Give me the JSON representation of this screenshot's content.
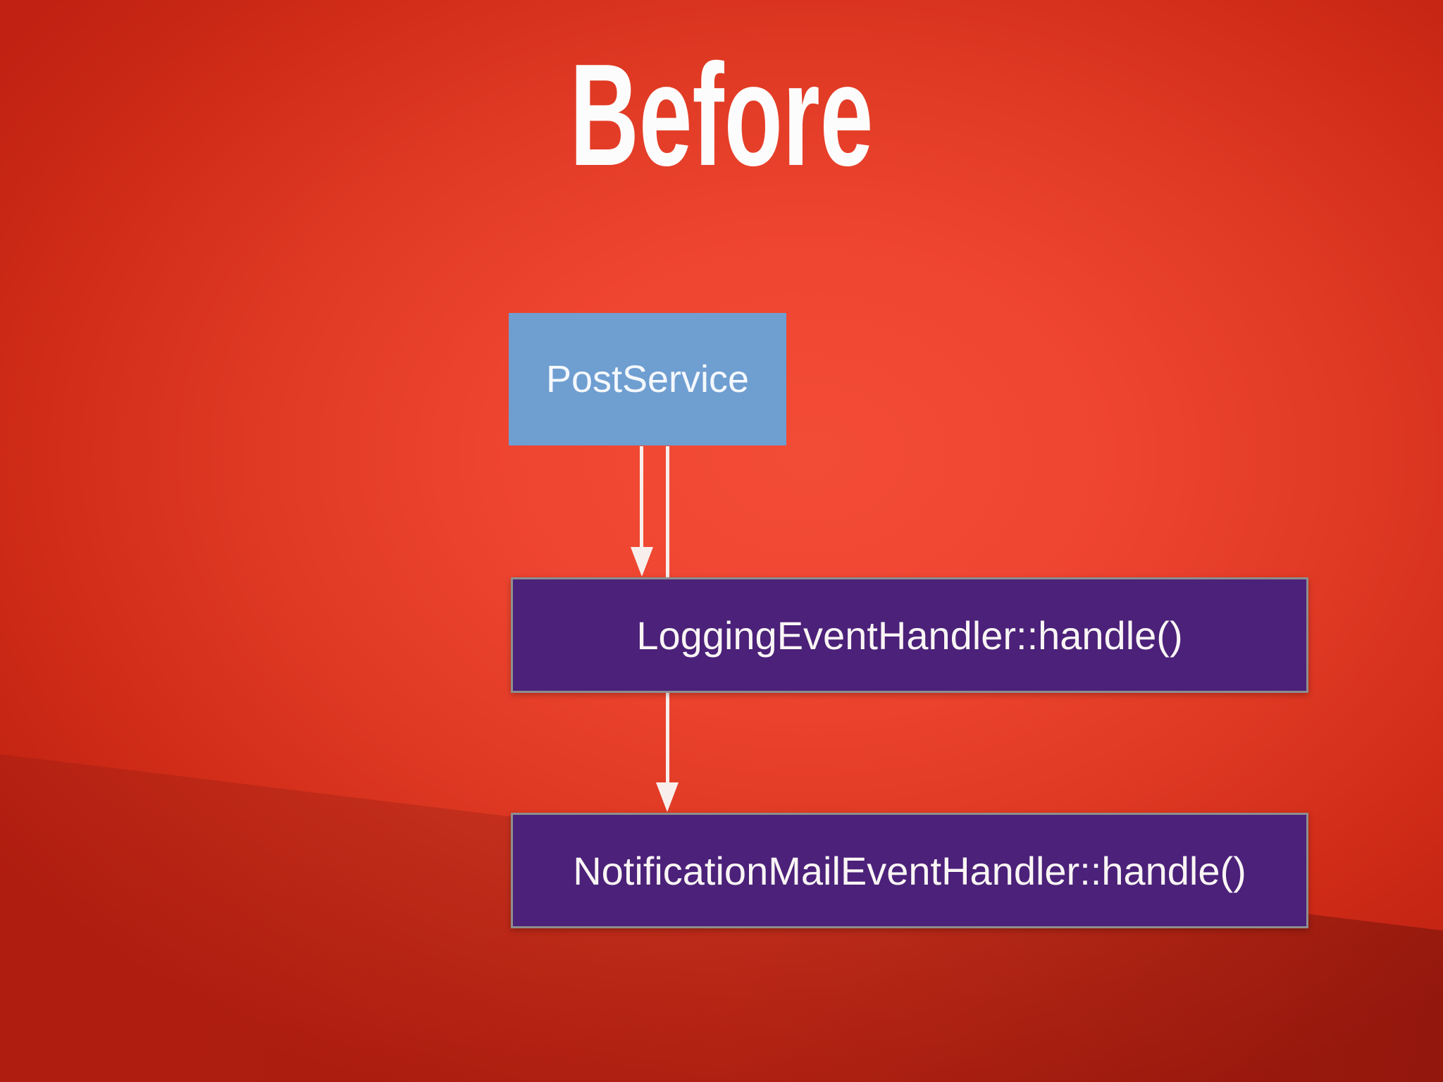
{
  "slide": {
    "title": "Before",
    "background": {
      "center_color": "#f34c36",
      "corner_color": "#c02112",
      "fold_shade": "rgba(45,0,0,0.2)"
    },
    "diagram": {
      "nodes": [
        {
          "id": "postservice",
          "label": "PostService",
          "fill": "#6f9ed1",
          "text_color": "#f4f8fc"
        },
        {
          "id": "logging-event-handler",
          "label": "LoggingEventHandler::handle()",
          "fill": "#4b2179",
          "border_color": "#8e8e8e",
          "text_color": "#faf5f5"
        },
        {
          "id": "notification-mail-event-handler",
          "label": "NotificationMailEventHandler::handle()",
          "fill": "#4b2179",
          "border_color": "#8e8e8e",
          "text_color": "#faf5f5"
        }
      ],
      "edges": [
        {
          "from": "postservice",
          "to": "logging-event-handler",
          "type": "arrow-down"
        },
        {
          "from": "postservice",
          "to": "notification-mail-event-handler",
          "type": "arrow-down",
          "note": "passes behind LoggingEventHandler box"
        }
      ],
      "arrow_color": "#f8efec"
    }
  }
}
